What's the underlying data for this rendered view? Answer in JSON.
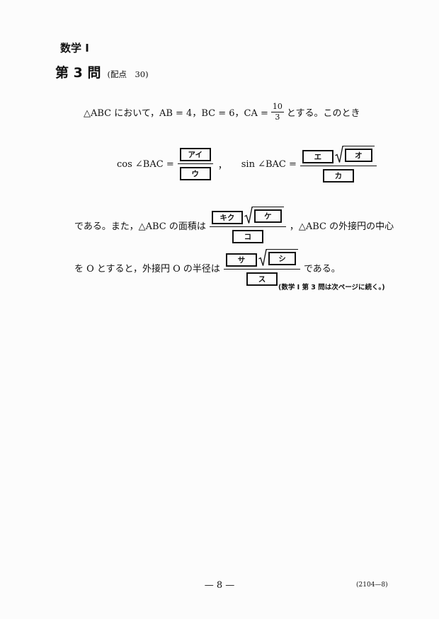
{
  "header": {
    "subject": "数学 I"
  },
  "question": {
    "number": "第 3 問",
    "points": "(配点　30)"
  },
  "intro": {
    "text_before": "△ABC において，AB = 4，BC = 6，CA =",
    "ca_numerator": "10",
    "ca_denominator": "3",
    "text_after": "とする。このとき"
  },
  "trig": {
    "cos_label": "cos ∠BAC =",
    "cos_numerator_box": "アイ",
    "cos_denominator_box": "ウ",
    "separator": "，",
    "sin_label": "sin ∠BAC =",
    "sin_coefficient_box": "エ",
    "sin_radicand_box": "オ",
    "sin_denominator_box": "カ"
  },
  "area": {
    "text_before": "である。また，△ABC の面積は",
    "coefficient_box": "キク",
    "radicand_box": "ケ",
    "denominator_box": "コ",
    "text_after": "，△ABC の外接円の中心"
  },
  "radius": {
    "text_before": "を O とすると，外接円 O の半径は",
    "coefficient_box": "サ",
    "radicand_box": "シ",
    "denominator_box": "ス",
    "text_after": "である。"
  },
  "continue_note": "(数学 I 第 3 問は次ページに続く。)",
  "footer": {
    "page_number": "— 8 —",
    "code": "(2104—8)"
  }
}
